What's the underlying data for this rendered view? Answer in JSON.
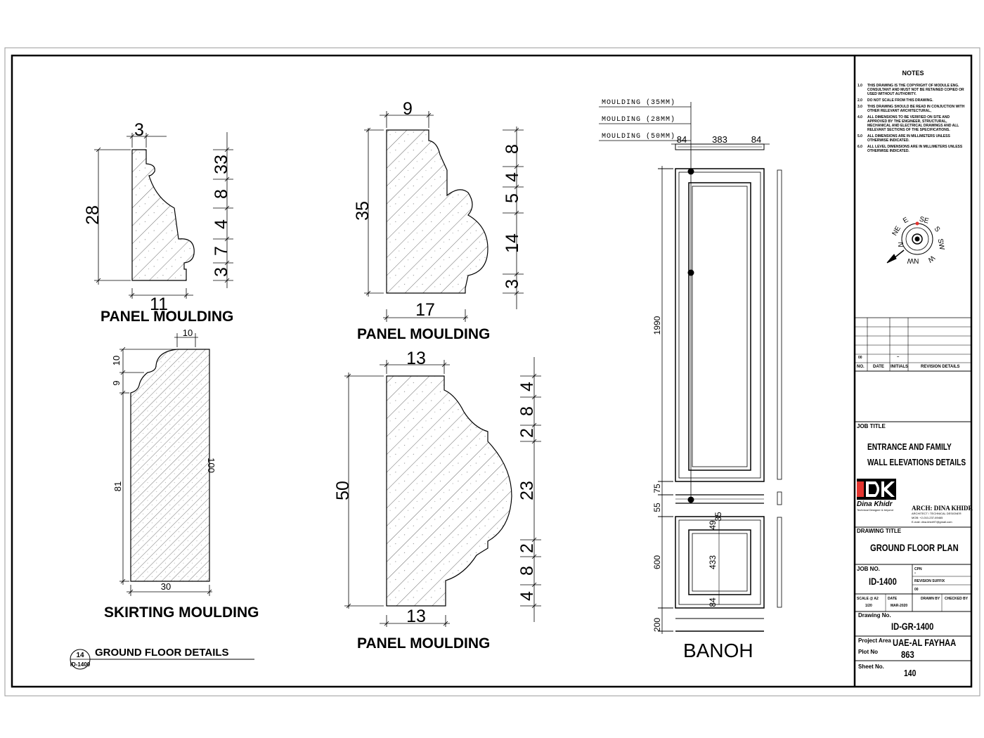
{
  "labels": {
    "panel1": "PANEL MOULDING",
    "panel2": "PANEL MOULDING",
    "panel3": "PANEL MOULDING",
    "skirting": "SKIRTING MOULDING",
    "banoh": "BANOH",
    "detail_title": "GROUND FLOOR DETAILS",
    "detail_no": "14",
    "detail_ref": "ID-1400"
  },
  "dims": {
    "p1": {
      "top": "3",
      "height": "28",
      "bottom": "11",
      "right": [
        "33",
        "8",
        "4",
        "7",
        "3"
      ]
    },
    "p2": {
      "top": "9",
      "height": "35",
      "bottom": "17",
      "right": [
        "8",
        "4",
        "5",
        "14",
        "3"
      ]
    },
    "p3": {
      "top": "13",
      "height": "50",
      "bottom": "13",
      "right": [
        "4",
        "8",
        "2",
        "23",
        "2",
        "8",
        "4"
      ]
    },
    "sk": {
      "top": "10",
      "left_top": "10",
      "left_mid": "9",
      "left_height": "81",
      "right_height": "100",
      "bottom": "30"
    },
    "door": {
      "left": "84",
      "mid": "383",
      "right": "84",
      "tall": "1990",
      "mid1": "75",
      "mid2": "55",
      "lower": "600",
      "base": "200",
      "inner": "433",
      "small1": "49",
      "small2": "35",
      "small3": "84"
    }
  },
  "leaders": [
    "MOULDING (35MM)",
    "MOULDING (28MM)",
    "MOULDING (50MM)"
  ],
  "title_block": {
    "notes_heading": "NOTES",
    "notes": [
      {
        "no": "1.0",
        "text": "THIS DRAWING IS THE COPYRIGHT OF MODULE ENG. CONSULTANT AND MUST NOT BE RETAINED COPIED OR USED WITHOUT AUTHORITY."
      },
      {
        "no": "2.0",
        "text": "DO NOT SCALE FROM THIS DRAWING."
      },
      {
        "no": "3.0",
        "text": "THIS DRAWING SHOULD BE READ IN CONJUCTION WITH OTHER RELEVANT ARCHITECTURAL,"
      },
      {
        "no": "4.0",
        "text": "ALL DIMENSIONS TO BE VERIFIED ON SITE AND APPROVED BY THE ENGINEER, STRUCTURAL, MECHANICAL AND ELECTRICAL DRAWINGS AND ALL RELEVANT SECTIONS OF THE SPECIFICATIONS."
      },
      {
        "no": "5.0",
        "text": "ALL DIMENSIONS ARE IN MILLIMETERS UNLESS OTHERWISE INDICATED."
      },
      {
        "no": "6.0",
        "text": "ALL LEVEL DIMENSIONS ARE IN MILLIMETERS UNLESS OTHERWISE INDICATED."
      }
    ],
    "compass": [
      "NE",
      "E",
      "SE",
      "S",
      "SW",
      "W",
      "NW",
      "N"
    ],
    "revision_headers": [
      "NO.",
      "DATE",
      "INITIALS",
      "REVISION DETAILS"
    ],
    "revision_row": [
      "00",
      "",
      "–",
      ""
    ],
    "job_title_label": "JOB TITLE",
    "job_title_line1": "ENTRANCE AND FAMILY",
    "job_title_line2": "WALL ELEVATIONS DETAILS",
    "logo_letters": "DK",
    "logo_name": "Dina Khidr",
    "logo_tag": "Technical Designer & beyond",
    "arch_name": "ARCH:  DINA KHIDR",
    "arch_role": "ARCHITECT / TECHNICAL DESIGNER",
    "arch_mob": "MOB: +2-010-237-69465",
    "arch_email": "E-mail: dina.khidr97@gmail.com",
    "drawing_title_label": "DRAWING TITLE",
    "drawing_title": "GROUND FLOOR PLAN",
    "job_no_label": "JOB NO.",
    "job_no": "ID-1400",
    "cpn_label": "CPN",
    "cpn_value": "-",
    "rev_suffix_label": "REVISION SUFFIX",
    "rev_suffix_value": "00",
    "scale_label": "SCALE @ A2",
    "scale_value": "1/20",
    "date_label": "DATE",
    "date_value": "MAR-2020",
    "drawn_label": "DRAWN BY",
    "checked_label": "CHECKED BY",
    "drawing_no_label": "Drawing No.",
    "drawing_no": "ID-GR-1400",
    "project_area_label": "Project Area",
    "project_area": "UAE-AL FAYHAA",
    "plot_label": "Plot No",
    "plot_value": "863",
    "sheet_label": "Sheet No.",
    "sheet_value": "140"
  },
  "colors": {
    "ink": "#000000",
    "accent": "#e3342f"
  }
}
